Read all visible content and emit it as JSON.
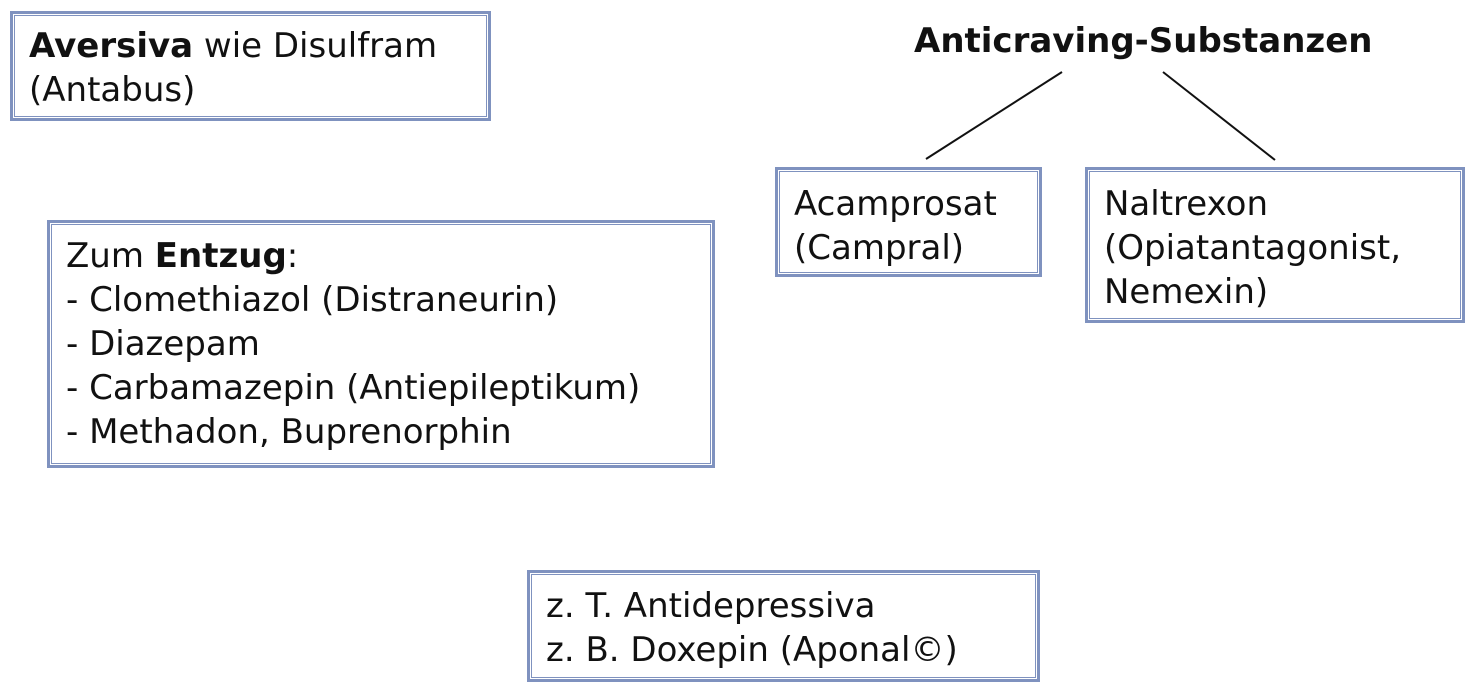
{
  "aversiva_box": {
    "bold": "Aversiva",
    "rest": " wie Disulfram",
    "line2": "(Antabus)"
  },
  "anticraving": {
    "heading": "Anticraving-Substanzen",
    "acamprosat": {
      "line1": "Acamprosat",
      "line2": "(Campral)"
    },
    "naltrexon": {
      "line1": "Naltrexon",
      "line2": "(Opiatantagonist,",
      "line3": "Nemexin)"
    }
  },
  "entzug_box": {
    "prefix": "Zum ",
    "bold": "Entzug",
    "suffix": ":",
    "items": [
      "- Clomethiazol (Distraneurin)",
      "- Diazepam",
      "- Carbamazepin (Antiepileptikum)",
      "- Methadon, Buprenorphin"
    ]
  },
  "antidepressiva_box": {
    "line1": "z. T. Antidepressiva",
    "line2": "z. B. Doxepin (Aponal©)"
  },
  "colors": {
    "box_border": "#7f92bf",
    "text": "#111111",
    "connector": "#111111"
  }
}
